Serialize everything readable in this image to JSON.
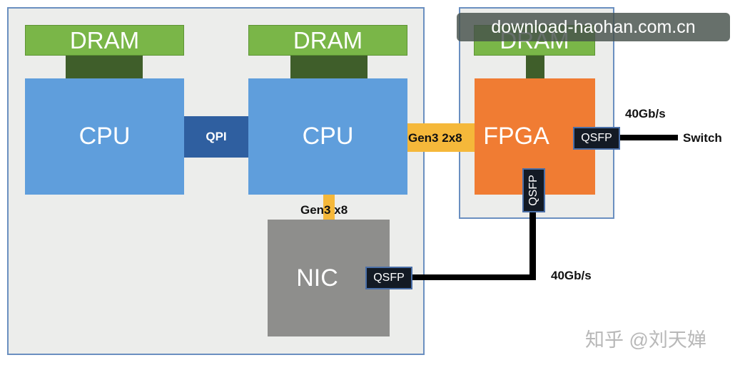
{
  "diagram": {
    "dram_label": "DRAM",
    "cpu_label": "CPU",
    "qpi_label": "QPI",
    "fpga_label": "FPGA",
    "nic_label": "NIC",
    "qsfp_label": "QSFP",
    "gen3_2x8": "Gen3 2x8",
    "gen3_x8": "Gen3 x8",
    "speed_top": "40Gb/s",
    "speed_bottom": "40Gb/s",
    "switch_label": "Switch"
  },
  "overlay": {
    "banner_text": "download-haohan.com.cn",
    "watermark": "知乎 @刘天婵"
  },
  "colors": {
    "dram": "#7ab648",
    "cpu": "#5f9edc",
    "qpi": "#2f5fa0",
    "pcie": "#f5b83a",
    "fpga": "#f07c33",
    "nic": "#8e8e8c",
    "qsfp": "#131a24"
  }
}
